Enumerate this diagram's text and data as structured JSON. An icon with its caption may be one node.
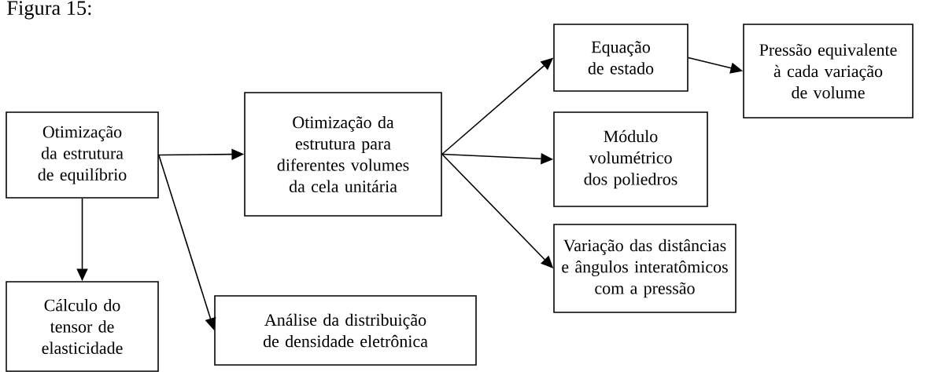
{
  "diagram": {
    "title": "Figura 15:",
    "nodes": [
      {
        "text": [
          "Otimização da estrutura de equilíbrio"
        ]
      },
      {
        "text": [
          "Otimização da estrutura para diferentes volumes da cela unitária"
        ]
      },
      {
        "text": [
          "Equação de estado"
        ]
      },
      {
        "text": [
          "Pressão equivalente à cada variação de volume"
        ]
      },
      {
        "text": [
          "Módulo volumétrico dos poliedros"
        ]
      },
      {
        "text": [
          "Variação das distâncias e ângulos interatômicos com a pressão"
        ]
      },
      {
        "text": [
          "Cálculo do tensor de elasticidade"
        ]
      },
      {
        "text": [
          "Análise da distribuição de densidade eletrônica"
        ]
      }
    ],
    "edges": [
      {
        "from": 0,
        "to": 1,
        "arrow": "to"
      },
      {
        "from": 1,
        "to": 2,
        "arrow": "to"
      },
      {
        "from": 2,
        "to": 3,
        "arrow": "to"
      },
      {
        "from": 1,
        "to": 4,
        "arrow": "to"
      },
      {
        "from": 1,
        "to": 5,
        "arrow": "to"
      },
      {
        "from": 0,
        "to": 6,
        "arrow": "to"
      },
      {
        "from": 0,
        "to": 7,
        "arrow": "to"
      }
    ]
  }
}
